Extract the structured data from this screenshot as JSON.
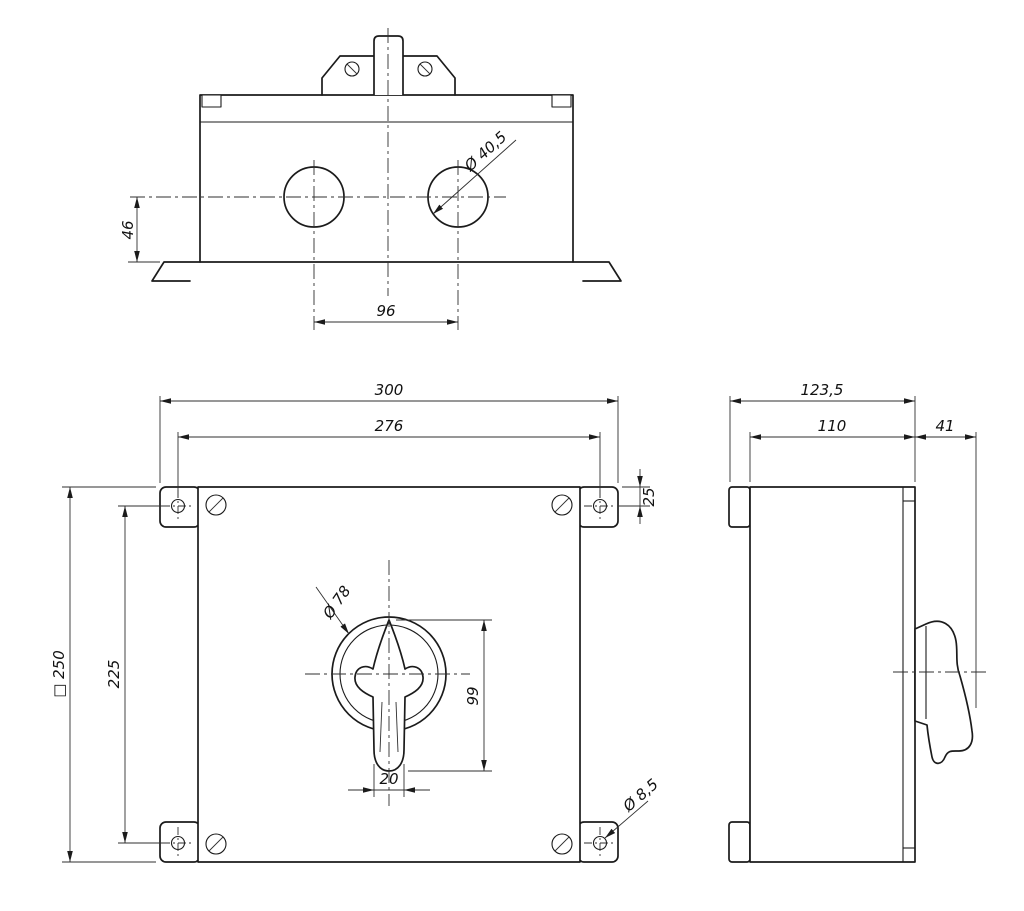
{
  "drawing": {
    "background": "#ffffff",
    "ink": "#1b1b1b",
    "views": {
      "top": {
        "label": "top-view",
        "dims": {
          "hole_diameter": "Ø 40,5",
          "center_to_edge": "46",
          "hole_spacing": "96"
        }
      },
      "front": {
        "label": "front-view",
        "dims": {
          "overall_width": "300",
          "mounting_span_h": "276",
          "body_square": "□ 250",
          "mounting_span_v": "225",
          "top_offset": "25",
          "knob_diameter": "Ø 78",
          "handle_length": "99",
          "handle_width": "20",
          "mounting_hole_diameter": "Ø 8,5"
        }
      },
      "side": {
        "label": "side-view",
        "dims": {
          "overall_depth": "123,5",
          "body_depth": "110",
          "handle_protrusion": "41"
        }
      }
    }
  }
}
